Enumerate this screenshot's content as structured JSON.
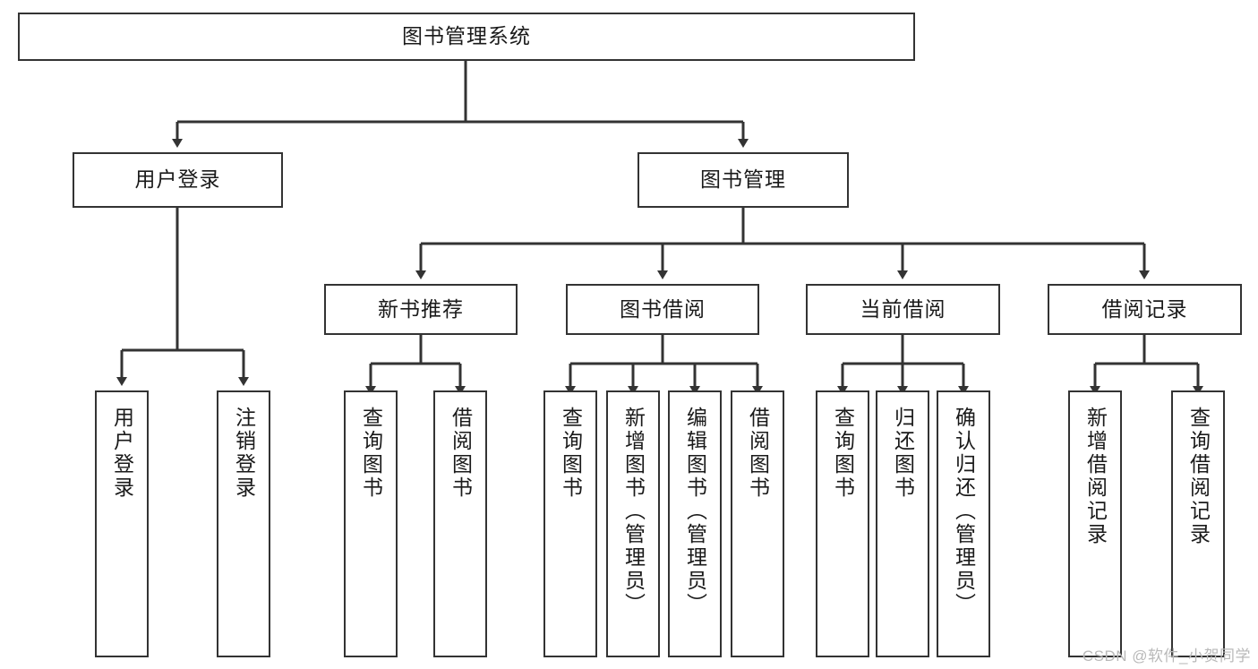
{
  "diagram": {
    "title": "图书管理系统",
    "type": "tree-hierarchy",
    "watermark": "CSDN @软件_小贺同学",
    "colors": {
      "background": "#ffffff",
      "node_border": "#333333",
      "node_fill": "#ffffff",
      "edge": "#333333",
      "text": "#1a1a1a",
      "watermark": "#b9b9b9"
    }
  },
  "nodes": {
    "root": {
      "label": "图书管理系统"
    },
    "level2": [
      {
        "label": "用户登录"
      },
      {
        "label": "图书管理"
      }
    ],
    "level3": [
      {
        "label": "新书推荐"
      },
      {
        "label": "图书借阅"
      },
      {
        "label": "当前借阅"
      },
      {
        "label": "借阅记录"
      }
    ],
    "leaves": {
      "user_login": [
        {
          "label": "用户登录"
        },
        {
          "label": "注销登录"
        }
      ],
      "new_book_recommend": [
        {
          "label": "查询图书"
        },
        {
          "label": "借阅图书"
        }
      ],
      "book_borrow": [
        {
          "label": "查询图书"
        },
        {
          "label": "新增图书（管理员）"
        },
        {
          "label": "编辑图书（管理员）"
        },
        {
          "label": "借阅图书"
        }
      ],
      "current_borrow": [
        {
          "label": "查询图书"
        },
        {
          "label": "归还图书"
        },
        {
          "label": "确认归还（管理员）"
        }
      ],
      "borrow_records": [
        {
          "label": "新增借阅记录"
        },
        {
          "label": "查询借阅记录"
        }
      ]
    }
  }
}
